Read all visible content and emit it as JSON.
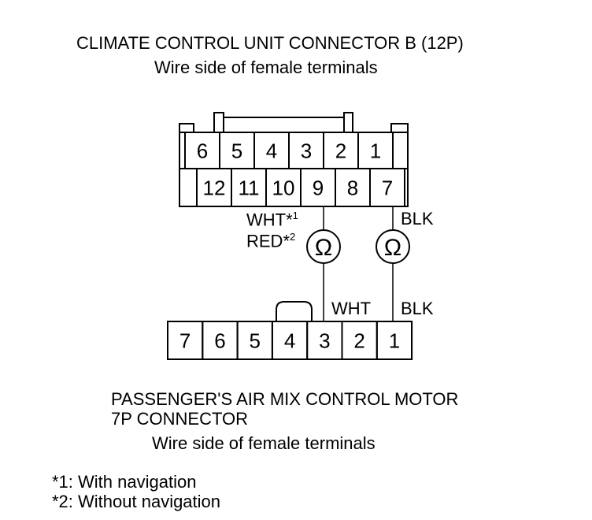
{
  "top_connector": {
    "title": "CLIMATE CONTROL UNIT CONNECTOR B (12P)",
    "subtitle": "Wire side of female terminals",
    "row1": [
      "6",
      "5",
      "4",
      "3",
      "2",
      "1"
    ],
    "row2": [
      "12",
      "11",
      "10",
      "9",
      "8",
      "7"
    ]
  },
  "bottom_connector": {
    "title_line1": "PASSENGER'S AIR MIX CONTROL MOTOR",
    "title_line2": "7P CONNECTOR",
    "subtitle": "Wire side of female terminals",
    "pins": [
      "7",
      "6",
      "5",
      "4",
      "3",
      "2",
      "1"
    ]
  },
  "wires": {
    "left_top_label_1": "WHT*",
    "left_top_sup_1": "1",
    "left_top_label_2": "RED*",
    "left_top_sup_2": "2",
    "right_top_label": "BLK",
    "left_bottom_label": "WHT",
    "right_bottom_label": "BLK"
  },
  "meter_symbol": "Ω",
  "footnotes": {
    "note1": "*1: With navigation",
    "note2": "*2: Without navigation"
  }
}
